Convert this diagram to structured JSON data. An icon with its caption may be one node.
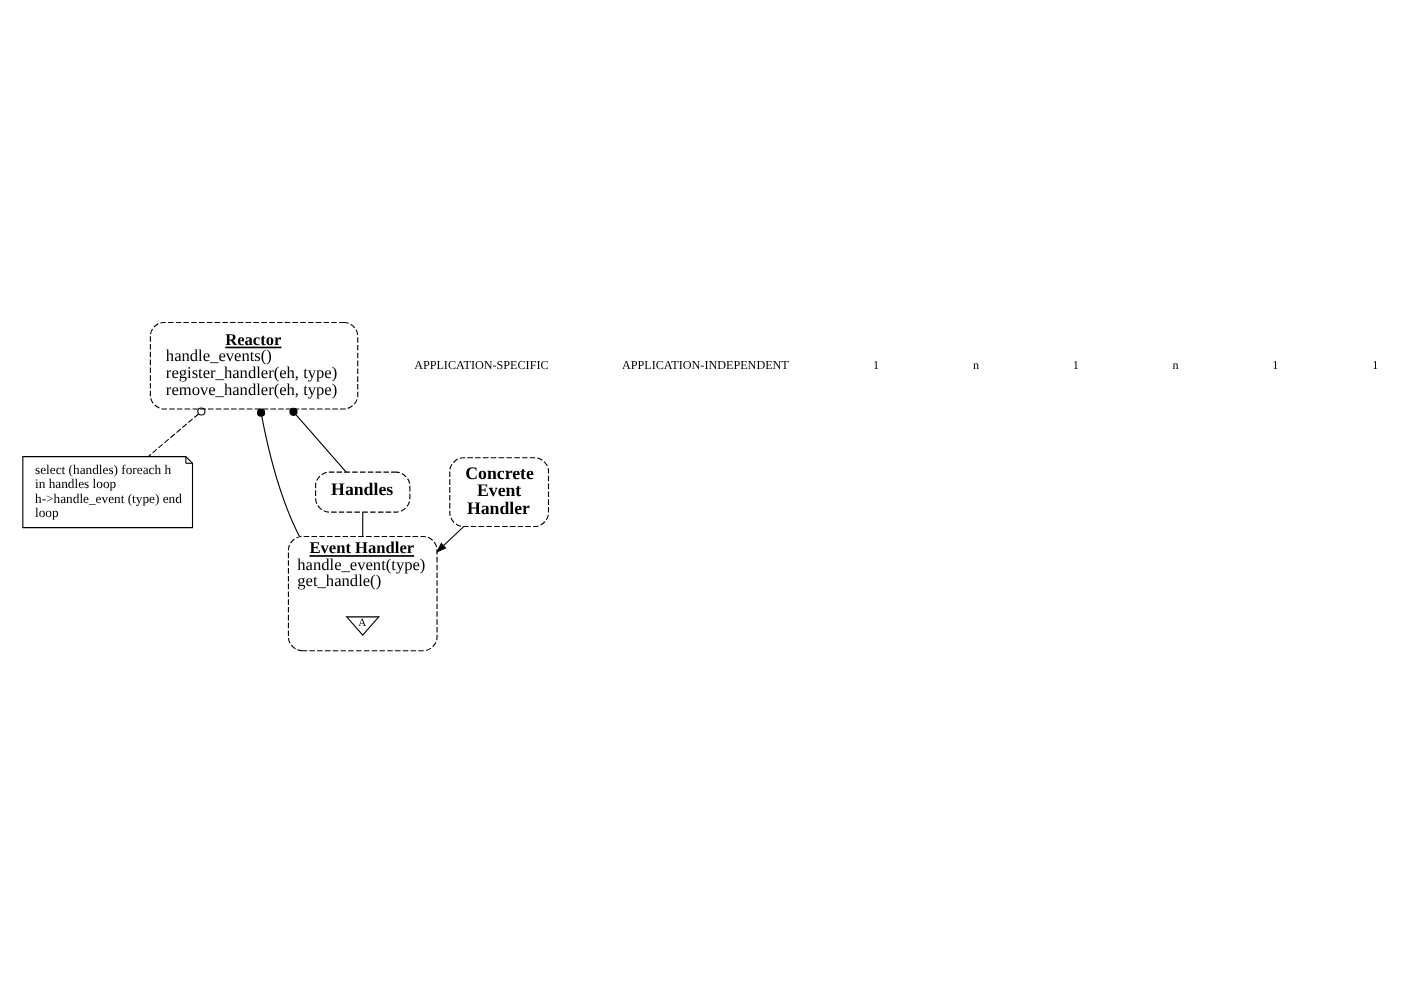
{
  "diagram": {
    "nodes": [
      {
        "text": [
          "select (handles) foreach h in handles loop h->handle_event (type) end loop"
        ]
      },
      {
        "text": [
          "Reactor",
          "handle_events()",
          "register_handler(eh, type)",
          "remove_handler(eh, type)"
        ]
      },
      {
        "text": [
          "Concrete Event Handler"
        ]
      },
      {
        "text": [
          "Event Handler",
          "handle_event(type)",
          "get_handle()"
        ]
      },
      {
        "text": [
          "A"
        ],
        "in": 3
      },
      {
        "text": [
          "Handles"
        ]
      }
    ],
    "edges": [
      {
        "from": 1,
        "to": 0,
        "arrow": "other",
        "style": "dashed"
      },
      {
        "from": 1,
        "to": 3,
        "arrow": "other"
      },
      {
        "from": 2,
        "to": 3,
        "arrow": "to"
      },
      {
        "from": 1,
        "to": 5,
        "arrow": "other"
      },
      {
        "from": 5,
        "to": 3,
        "arrow": "none"
      }
    ],
    "labels": [
      "APPLICATION-SPECIFIC",
      "APPLICATION-INDEPENDENT",
      "1",
      "n",
      "1",
      "n",
      "1",
      "1"
    ]
  }
}
